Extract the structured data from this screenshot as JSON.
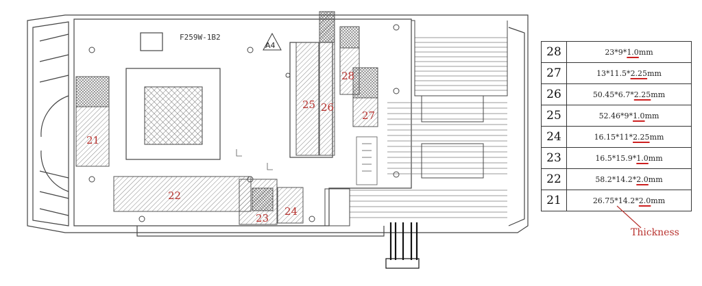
{
  "board_label": "F259W-1B2",
  "marker": "A4",
  "pads": [
    {
      "id": "21",
      "label": "21"
    },
    {
      "id": "22",
      "label": "22"
    },
    {
      "id": "23",
      "label": "23"
    },
    {
      "id": "24",
      "label": "24"
    },
    {
      "id": "25",
      "label": "25"
    },
    {
      "id": "26",
      "label": "26"
    },
    {
      "id": "27",
      "label": "27"
    },
    {
      "id": "28",
      "label": "28"
    }
  ],
  "spec_table": {
    "rows": [
      {
        "index": "28",
        "size": "23*9*",
        "thickness": "1.0",
        "unit": "mm"
      },
      {
        "index": "27",
        "size": "13*11.5*",
        "thickness": "2.25",
        "unit": "mm"
      },
      {
        "index": "26",
        "size": "50.45*6.7*",
        "thickness": "2.25",
        "unit": "mm"
      },
      {
        "index": "25",
        "size": "52.46*9*",
        "thickness": "1.0",
        "unit": "mm"
      },
      {
        "index": "24",
        "size": "16.15*11*",
        "thickness": "2.25",
        "unit": "mm"
      },
      {
        "index": "23",
        "size": "16.5*15.9*",
        "thickness": "1.0",
        "unit": "mm"
      },
      {
        "index": "22",
        "size": "58.2*14.2*",
        "thickness": "2.0",
        "unit": "mm"
      },
      {
        "index": "21",
        "size": "26.75*14.2*",
        "thickness": "2.0",
        "unit": "mm"
      }
    ]
  },
  "thickness_label": "Thickness",
  "colors": {
    "annotation": "#b8322e",
    "underline": "#cc1f1f",
    "line": "#444444"
  }
}
